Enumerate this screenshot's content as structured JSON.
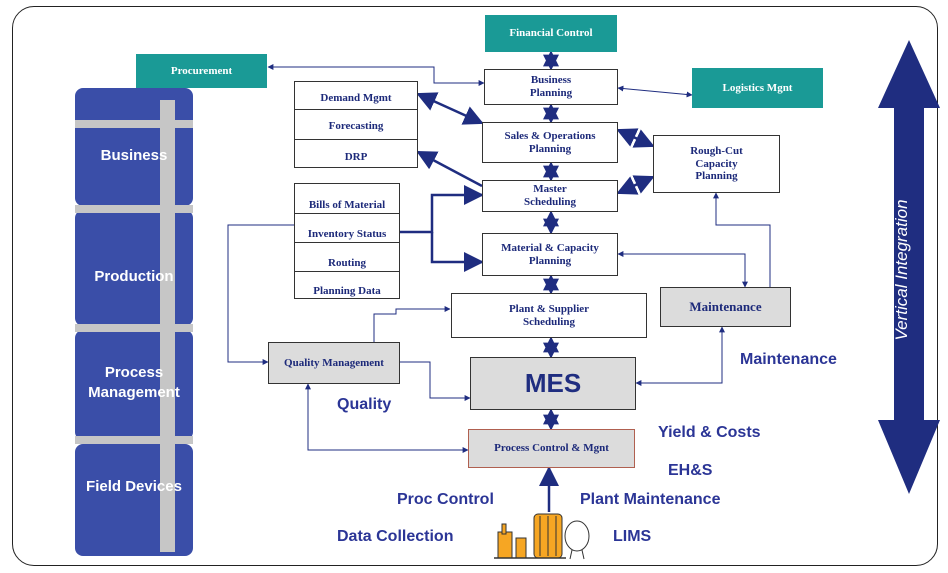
{
  "stack": {
    "business": "Business",
    "production": "Production",
    "process_management": "Process Management",
    "field_devices": "Field Devices"
  },
  "boxes": {
    "financial_control": "Financial Control",
    "procurement": "Procurement",
    "logistics": "Logistics Mgnt",
    "business_planning": "Business Planning",
    "sales_ops": "Sales & Operations Planning",
    "master_scheduling": "Master Scheduling",
    "material_capacity": "Material & Capacity Planning",
    "plant_supplier": "Plant & Supplier Scheduling",
    "rough_cut": "Rough-Cut Capacity Planning",
    "maintenance_box": "Maintenance",
    "quality_management": "Quality Management",
    "mes": "MES",
    "process_control": "Process Control & Mgnt"
  },
  "lists": {
    "demand": [
      "Demand Mgmt",
      "Forecasting",
      "DRP"
    ],
    "materials": [
      "Bills of Material",
      "Inventory Status",
      "Routing",
      "Planning Data"
    ]
  },
  "labels": {
    "maintenance": "Maintenance",
    "quality": "Quality",
    "yield_costs": "Yield & Costs",
    "ehs": "EH&S",
    "proc_control": "Proc Control",
    "plant_maintenance": "Plant Maintenance",
    "data_collection": "Data Collection",
    "lims": "LIMS"
  },
  "vertical_integration": "Vertical Integration",
  "colors": {
    "teal": "#1a9a96",
    "stack_blue": "#3a4ea8",
    "arrow_navy": "#1f2d80",
    "label_blue": "#2b3596",
    "grey_box": "#dcdcdc"
  }
}
